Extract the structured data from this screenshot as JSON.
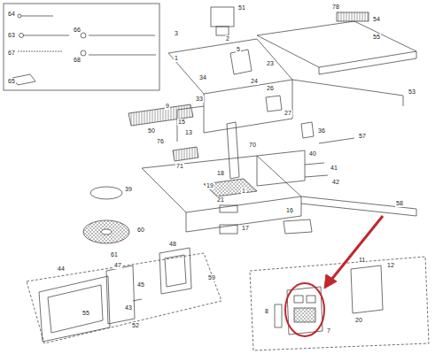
{
  "diagram": {
    "labels": [
      "64",
      "63",
      "66",
      "67",
      "68",
      "65",
      "51",
      "78",
      "54",
      "55",
      "3",
      "2",
      "5",
      "1",
      "34",
      "24",
      "23",
      "53",
      "33",
      "26",
      "9",
      "50",
      "15",
      "76",
      "13",
      "27",
      "36",
      "57",
      "70",
      "71",
      "40",
      "39",
      "18",
      "19",
      "41",
      "42",
      "21",
      "1",
      "58",
      "16",
      "60",
      "17",
      "61",
      "48",
      "47",
      "59",
      "45",
      "44",
      "11",
      "12",
      "43",
      "55",
      "52",
      "8",
      "7",
      "20"
    ]
  }
}
